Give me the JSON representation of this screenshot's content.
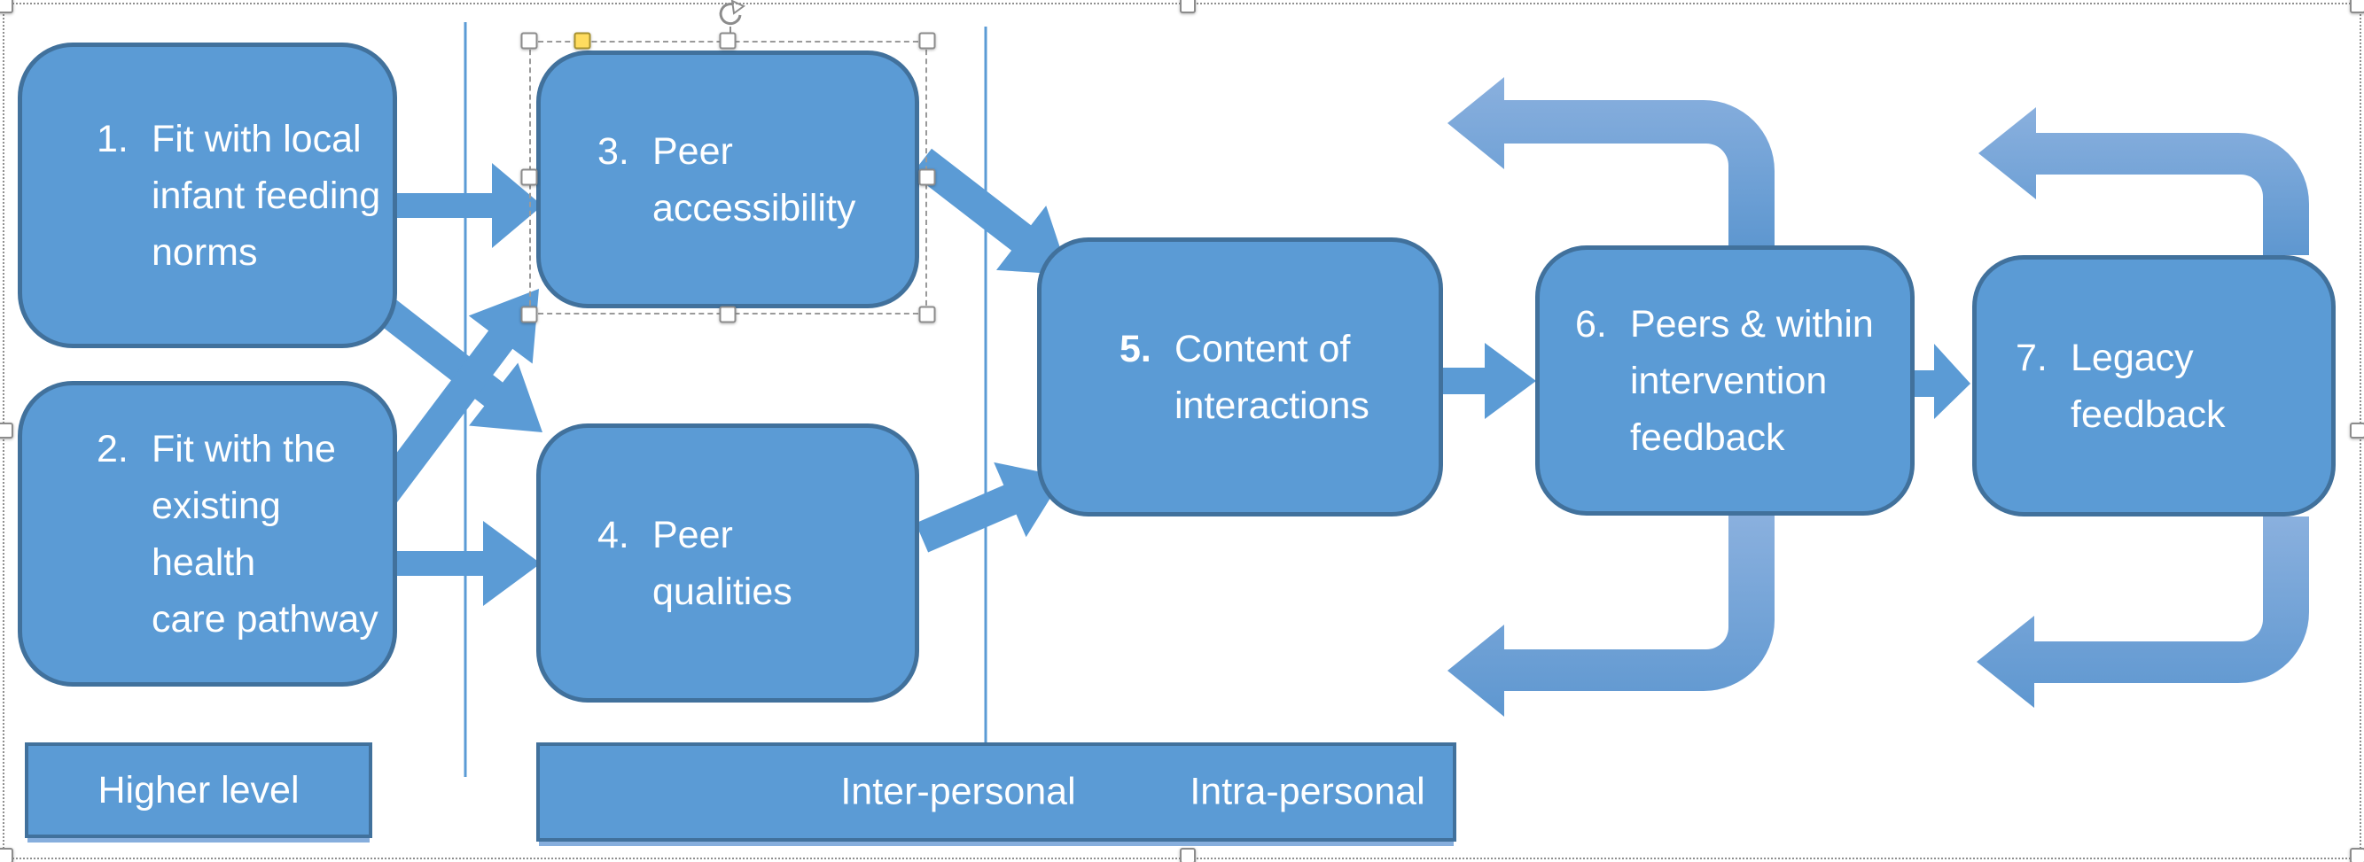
{
  "diagram": {
    "nodes": [
      {
        "number": "1.",
        "label": "Fit with local\ninfant feeding\nnorms"
      },
      {
        "number": "2.",
        "label": "Fit with the\nexisting health\ncare pathway"
      },
      {
        "number": "3.",
        "label": "Peer\naccessibility"
      },
      {
        "number": "4.",
        "label": "Peer\nqualities"
      },
      {
        "number": "5.",
        "label": "Content of\ninteractions"
      },
      {
        "number": "6.",
        "label": "Peers & within\nintervention\nfeedback"
      },
      {
        "number": "7.",
        "label": "Legacy\nfeedback"
      }
    ],
    "zones": {
      "higher_level": "Higher level",
      "inter_personal": "Inter-personal",
      "intra_personal": "Intra-personal"
    },
    "colors": {
      "shape_fill": "#5B9BD5",
      "shape_border": "#41719C",
      "arrow_fill": "#5B9BD5",
      "elbow_arrow_light": "#8AB0DE",
      "elbow_arrow_dark": "#5E97D0",
      "zone_line": "#5B9BD5",
      "selection_grey": "#8C8C8C",
      "adjust_handle_yellow": "#FFDC5F",
      "text_white": "#FFFFFF"
    }
  }
}
